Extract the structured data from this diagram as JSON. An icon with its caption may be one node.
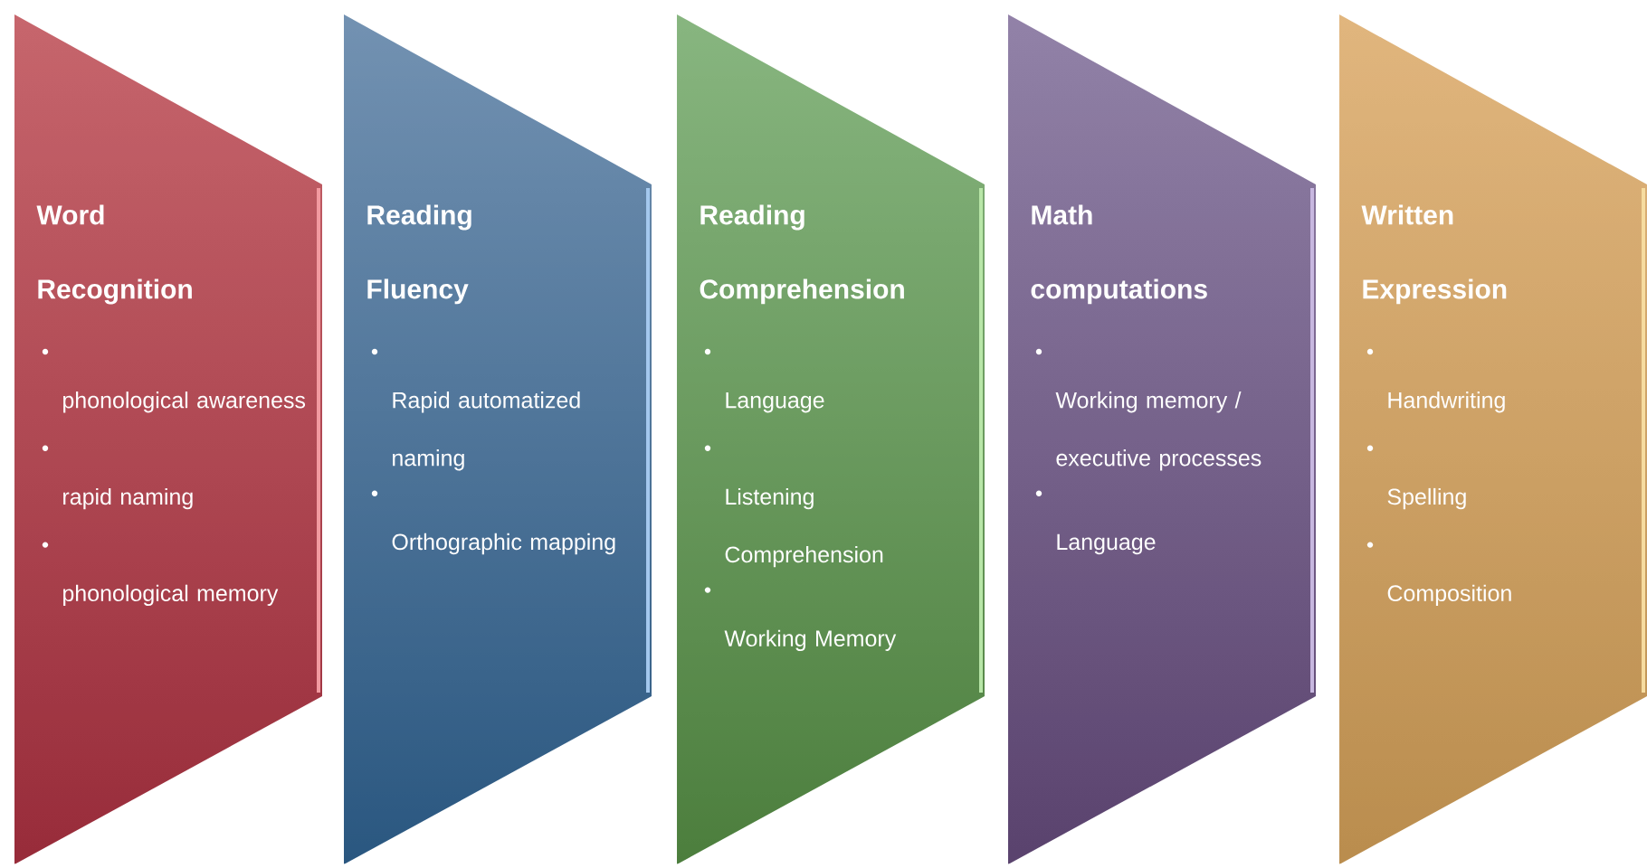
{
  "diagram": {
    "nodes": [
      {
        "text": [
          "Word Recognition",
          "phonological awareness",
          "rapid naming",
          "phonological memory"
        ]
      },
      {
        "text": [
          "Reading Fluency",
          "Rapid automatized naming",
          "Orthographic mapping"
        ]
      },
      {
        "text": [
          "Reading Comprehension",
          "Language",
          "Listening Comprehension",
          "Working Memory"
        ]
      },
      {
        "text": [
          "Math computations",
          "Working memory / executive processes",
          "Language"
        ]
      },
      {
        "text": [
          "Written Expression",
          "Handwriting",
          "Spelling",
          "Composition"
        ]
      }
    ]
  }
}
